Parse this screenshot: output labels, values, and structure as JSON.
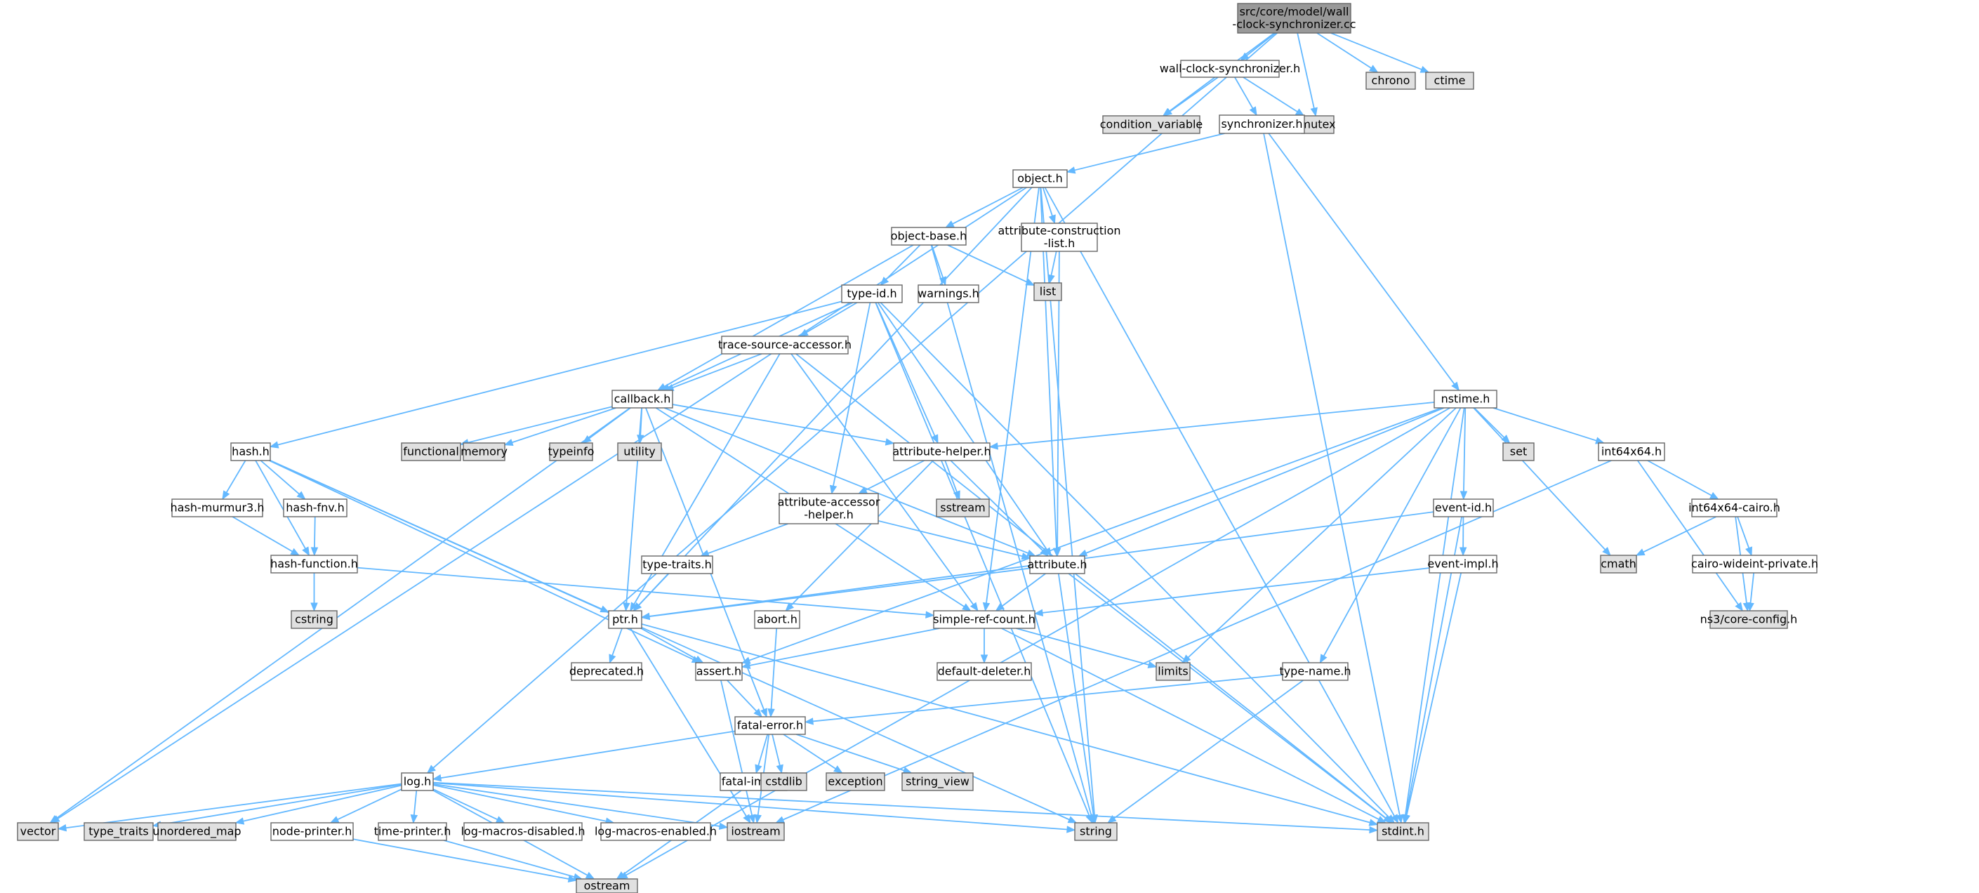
{
  "diagram": {
    "nodes": [
      {
        "id": "root",
        "lines": [
          "src/core/model/wall",
          "-clock-synchronizer.cc"
        ],
        "style": "root"
      },
      {
        "id": "wcs_h",
        "lines": [
          "wall-clock-synchronizer.h"
        ],
        "style": "normal"
      },
      {
        "id": "chrono",
        "lines": [
          "chrono"
        ],
        "style": "system"
      },
      {
        "id": "ctime",
        "lines": [
          "ctime"
        ],
        "style": "system"
      },
      {
        "id": "condvar",
        "lines": [
          "condition_variable"
        ],
        "style": "system"
      },
      {
        "id": "mutex",
        "lines": [
          "mutex"
        ],
        "style": "system"
      },
      {
        "id": "sync_h",
        "lines": [
          "synchronizer.h"
        ],
        "style": "normal"
      },
      {
        "id": "object_h",
        "lines": [
          "object.h"
        ],
        "style": "normal"
      },
      {
        "id": "objbase_h",
        "lines": [
          "object-base.h"
        ],
        "style": "normal"
      },
      {
        "id": "attrconst_h",
        "lines": [
          "attribute-construction",
          "-list.h"
        ],
        "style": "normal"
      },
      {
        "id": "list",
        "lines": [
          "list"
        ],
        "style": "system"
      },
      {
        "id": "typeid_h",
        "lines": [
          "type-id.h"
        ],
        "style": "normal"
      },
      {
        "id": "warnings_h",
        "lines": [
          "warnings.h"
        ],
        "style": "normal"
      },
      {
        "id": "tsa_h",
        "lines": [
          "trace-source-accessor.h"
        ],
        "style": "normal"
      },
      {
        "id": "callback_h",
        "lines": [
          "callback.h"
        ],
        "style": "normal"
      },
      {
        "id": "functional",
        "lines": [
          "functional"
        ],
        "style": "system"
      },
      {
        "id": "memory",
        "lines": [
          "memory"
        ],
        "style": "system"
      },
      {
        "id": "typeinfo",
        "lines": [
          "typeinfo"
        ],
        "style": "system"
      },
      {
        "id": "utility",
        "lines": [
          "utility"
        ],
        "style": "system"
      },
      {
        "id": "hash_h",
        "lines": [
          "hash.h"
        ],
        "style": "normal"
      },
      {
        "id": "murmur_h",
        "lines": [
          "hash-murmur3.h"
        ],
        "style": "normal"
      },
      {
        "id": "fnv_h",
        "lines": [
          "hash-fnv.h"
        ],
        "style": "normal"
      },
      {
        "id": "hashfn_h",
        "lines": [
          "hash-function.h"
        ],
        "style": "normal"
      },
      {
        "id": "cstring",
        "lines": [
          "cstring"
        ],
        "style": "system"
      },
      {
        "id": "attrhelper_h",
        "lines": [
          "attribute-helper.h"
        ],
        "style": "normal"
      },
      {
        "id": "sstream",
        "lines": [
          "sstream"
        ],
        "style": "system"
      },
      {
        "id": "aah_h",
        "lines": [
          "attribute-accessor",
          "-helper.h"
        ],
        "style": "normal"
      },
      {
        "id": "typetraits_h",
        "lines": [
          "type-traits.h"
        ],
        "style": "normal"
      },
      {
        "id": "attr_h",
        "lines": [
          "attribute.h"
        ],
        "style": "normal"
      },
      {
        "id": "nstime_h",
        "lines": [
          "nstime.h"
        ],
        "style": "normal"
      },
      {
        "id": "set",
        "lines": [
          "set"
        ],
        "style": "system"
      },
      {
        "id": "int64_h",
        "lines": [
          "int64x64.h"
        ],
        "style": "normal"
      },
      {
        "id": "int64cairo_h",
        "lines": [
          "int64x64-cairo.h"
        ],
        "style": "normal"
      },
      {
        "id": "eventid_h",
        "lines": [
          "event-id.h"
        ],
        "style": "normal"
      },
      {
        "id": "cmath",
        "lines": [
          "cmath"
        ],
        "style": "system"
      },
      {
        "id": "cairowide_h",
        "lines": [
          "cairo-wideint-private.h"
        ],
        "style": "normal"
      },
      {
        "id": "eventimpl_h",
        "lines": [
          "event-impl.h"
        ],
        "style": "normal"
      },
      {
        "id": "coreconfig_h",
        "lines": [
          "ns3/core-config.h"
        ],
        "style": "system"
      },
      {
        "id": "ptr_h",
        "lines": [
          "ptr.h"
        ],
        "style": "normal"
      },
      {
        "id": "abort_h",
        "lines": [
          "abort.h"
        ],
        "style": "normal"
      },
      {
        "id": "src_h",
        "lines": [
          "simple-ref-count.h"
        ],
        "style": "normal"
      },
      {
        "id": "limits",
        "lines": [
          "limits"
        ],
        "style": "system"
      },
      {
        "id": "deprecated_h",
        "lines": [
          "deprecated.h"
        ],
        "style": "normal"
      },
      {
        "id": "assert_h",
        "lines": [
          "assert.h"
        ],
        "style": "normal"
      },
      {
        "id": "defdel_h",
        "lines": [
          "default-deleter.h"
        ],
        "style": "normal"
      },
      {
        "id": "typename_h",
        "lines": [
          "type-name.h"
        ],
        "style": "normal"
      },
      {
        "id": "fatalerr_h",
        "lines": [
          "fatal-error.h"
        ],
        "style": "normal"
      },
      {
        "id": "log_h",
        "lines": [
          "log.h"
        ],
        "style": "normal"
      },
      {
        "id": "fatalimpl_h",
        "lines": [
          "fatal-impl.h"
        ],
        "style": "normal"
      },
      {
        "id": "cstdlib",
        "lines": [
          "cstdlib"
        ],
        "style": "system"
      },
      {
        "id": "exception",
        "lines": [
          "exception"
        ],
        "style": "system"
      },
      {
        "id": "string_view",
        "lines": [
          "string_view"
        ],
        "style": "system"
      },
      {
        "id": "vector",
        "lines": [
          "vector"
        ],
        "style": "system"
      },
      {
        "id": "type_traits",
        "lines": [
          "type_traits"
        ],
        "style": "system"
      },
      {
        "id": "unordered_map",
        "lines": [
          "unordered_map"
        ],
        "style": "system"
      },
      {
        "id": "nodeprinter_h",
        "lines": [
          "node-printer.h"
        ],
        "style": "normal"
      },
      {
        "id": "timeprinter_h",
        "lines": [
          "time-printer.h"
        ],
        "style": "normal"
      },
      {
        "id": "lmd_h",
        "lines": [
          "log-macros-disabled.h"
        ],
        "style": "normal"
      },
      {
        "id": "lme_h",
        "lines": [
          "log-macros-enabled.h"
        ],
        "style": "normal"
      },
      {
        "id": "iostream",
        "lines": [
          "iostream"
        ],
        "style": "system"
      },
      {
        "id": "string",
        "lines": [
          "string"
        ],
        "style": "system"
      },
      {
        "id": "stdint_h",
        "lines": [
          "stdint.h"
        ],
        "style": "system"
      },
      {
        "id": "ostream",
        "lines": [
          "ostream"
        ],
        "style": "system"
      }
    ],
    "edges": [
      [
        "root",
        "wcs_h"
      ],
      [
        "root",
        "chrono"
      ],
      [
        "root",
        "ctime"
      ],
      [
        "root",
        "condvar"
      ],
      [
        "root",
        "mutex"
      ],
      [
        "root",
        "log_h"
      ],
      [
        "wcs_h",
        "condvar"
      ],
      [
        "wcs_h",
        "mutex"
      ],
      [
        "wcs_h",
        "sync_h"
      ],
      [
        "sync_h",
        "object_h"
      ],
      [
        "sync_h",
        "nstime_h"
      ],
      [
        "sync_h",
        "stdint_h"
      ],
      [
        "object_h",
        "objbase_h"
      ],
      [
        "object_h",
        "attrconst_h"
      ],
      [
        "object_h",
        "attr_h"
      ],
      [
        "object_h",
        "ptr_h"
      ],
      [
        "object_h",
        "src_h"
      ],
      [
        "object_h",
        "vector"
      ],
      [
        "object_h",
        "stdint_h"
      ],
      [
        "object_h",
        "string"
      ],
      [
        "objbase_h",
        "typeid_h"
      ],
      [
        "objbase_h",
        "warnings_h"
      ],
      [
        "objbase_h",
        "list"
      ],
      [
        "objbase_h",
        "callback_h"
      ],
      [
        "objbase_h",
        "string"
      ],
      [
        "attrconst_h",
        "list"
      ],
      [
        "attrconst_h",
        "attr_h"
      ],
      [
        "typeid_h",
        "tsa_h"
      ],
      [
        "typeid_h",
        "callback_h"
      ],
      [
        "typeid_h",
        "hash_h"
      ],
      [
        "typeid_h",
        "attrhelper_h"
      ],
      [
        "typeid_h",
        "aah_h"
      ],
      [
        "typeid_h",
        "attr_h"
      ],
      [
        "typeid_h",
        "string"
      ],
      [
        "typeid_h",
        "stdint_h"
      ],
      [
        "tsa_h",
        "callback_h"
      ],
      [
        "tsa_h",
        "ptr_h"
      ],
      [
        "tsa_h",
        "src_h"
      ],
      [
        "tsa_h",
        "stdint_h"
      ],
      [
        "callback_h",
        "functional"
      ],
      [
        "callback_h",
        "memory"
      ],
      [
        "callback_h",
        "typeinfo"
      ],
      [
        "callback_h",
        "utility"
      ],
      [
        "callback_h",
        "attrhelper_h"
      ],
      [
        "callback_h",
        "attr_h"
      ],
      [
        "callback_h",
        "ptr_h"
      ],
      [
        "callback_h",
        "src_h"
      ],
      [
        "callback_h",
        "fatalerr_h"
      ],
      [
        "callback_h",
        "vector"
      ],
      [
        "hash_h",
        "murmur_h"
      ],
      [
        "hash_h",
        "fnv_h"
      ],
      [
        "hash_h",
        "hashfn_h"
      ],
      [
        "hash_h",
        "ptr_h"
      ],
      [
        "hash_h",
        "assert_h"
      ],
      [
        "hash_h",
        "string"
      ],
      [
        "murmur_h",
        "hashfn_h"
      ],
      [
        "fnv_h",
        "hashfn_h"
      ],
      [
        "hashfn_h",
        "cstring"
      ],
      [
        "hashfn_h",
        "src_h"
      ],
      [
        "attrhelper_h",
        "sstream"
      ],
      [
        "attrhelper_h",
        "aah_h"
      ],
      [
        "attrhelper_h",
        "attr_h"
      ],
      [
        "attrhelper_h",
        "abort_h"
      ],
      [
        "aah_h",
        "typetraits_h"
      ],
      [
        "aah_h",
        "attr_h"
      ],
      [
        "typetraits_h",
        "ptr_h"
      ],
      [
        "attr_h",
        "ptr_h"
      ],
      [
        "attr_h",
        "src_h"
      ],
      [
        "attr_h",
        "string"
      ],
      [
        "attr_h",
        "stdint_h"
      ],
      [
        "nstime_h",
        "set"
      ],
      [
        "nstime_h",
        "int64_h"
      ],
      [
        "nstime_h",
        "eventid_h"
      ],
      [
        "nstime_h",
        "cmath"
      ],
      [
        "nstime_h",
        "attrhelper_h"
      ],
      [
        "nstime_h",
        "attr_h"
      ],
      [
        "nstime_h",
        "assert_h"
      ],
      [
        "nstime_h",
        "limits"
      ],
      [
        "nstime_h",
        "typename_h"
      ],
      [
        "nstime_h",
        "stdint_h"
      ],
      [
        "nstime_h",
        "ostream"
      ],
      [
        "int64_h",
        "int64cairo_h"
      ],
      [
        "int64_h",
        "coreconfig_h"
      ],
      [
        "int64_h",
        "iostream"
      ],
      [
        "int64cairo_h",
        "cmath"
      ],
      [
        "int64cairo_h",
        "cairowide_h"
      ],
      [
        "int64cairo_h",
        "coreconfig_h"
      ],
      [
        "cairowide_h",
        "coreconfig_h"
      ],
      [
        "eventid_h",
        "eventimpl_h"
      ],
      [
        "eventid_h",
        "ptr_h"
      ],
      [
        "eventid_h",
        "stdint_h"
      ],
      [
        "eventimpl_h",
        "src_h"
      ],
      [
        "eventimpl_h",
        "stdint_h"
      ],
      [
        "ptr_h",
        "deprecated_h"
      ],
      [
        "ptr_h",
        "assert_h"
      ],
      [
        "ptr_h",
        "iostream"
      ],
      [
        "ptr_h",
        "stdint_h"
      ],
      [
        "abort_h",
        "fatalerr_h"
      ],
      [
        "src_h",
        "assert_h"
      ],
      [
        "src_h",
        "defdel_h"
      ],
      [
        "src_h",
        "limits"
      ],
      [
        "src_h",
        "stdint_h"
      ],
      [
        "assert_h",
        "fatalerr_h"
      ],
      [
        "assert_h",
        "iostream"
      ],
      [
        "typename_h",
        "fatalerr_h"
      ],
      [
        "typename_h",
        "string"
      ],
      [
        "fatalerr_h",
        "log_h"
      ],
      [
        "fatalerr_h",
        "fatalimpl_h"
      ],
      [
        "fatalerr_h",
        "cstdlib"
      ],
      [
        "fatalerr_h",
        "exception"
      ],
      [
        "fatalerr_h",
        "string_view"
      ],
      [
        "fatalerr_h",
        "iostream"
      ],
      [
        "fatalimpl_h",
        "ostream"
      ],
      [
        "log_h",
        "vector"
      ],
      [
        "log_h",
        "type_traits"
      ],
      [
        "log_h",
        "unordered_map"
      ],
      [
        "log_h",
        "nodeprinter_h"
      ],
      [
        "log_h",
        "timeprinter_h"
      ],
      [
        "log_h",
        "lmd_h"
      ],
      [
        "log_h",
        "lme_h"
      ],
      [
        "log_h",
        "iostream"
      ],
      [
        "log_h",
        "string"
      ],
      [
        "log_h",
        "stdint_h"
      ],
      [
        "log_h",
        "ostream"
      ],
      [
        "nodeprinter_h",
        "ostream"
      ],
      [
        "timeprinter_h",
        "ostream"
      ]
    ],
    "colors": {
      "root_fill": "#999999",
      "normal_fill": "#ffffff",
      "system_fill": "#e0e0e0",
      "border": "#666666",
      "edge": "#63b8ff"
    }
  }
}
